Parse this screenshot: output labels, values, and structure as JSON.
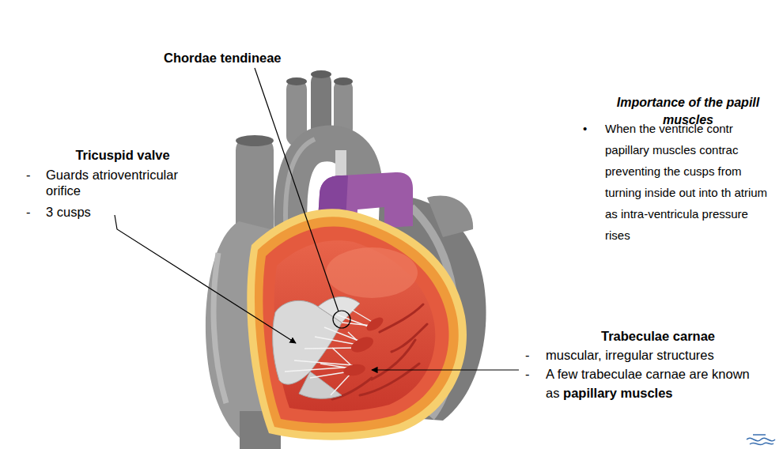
{
  "diagram": {
    "labels": [
      "Chordae tendineae",
      "Tricuspid valve",
      "-",
      "Guards atrioventricular orifice",
      "-",
      "3 cusps",
      "Importance of the papill muscles",
      "•",
      "When the ventricle contr papillary muscles contrac preventing the cusps from turning inside out into th atrium as intra-ventricula pressure rises",
      "Trabeculae carnae",
      "-",
      "muscular, irregular structures",
      "-",
      "A few trabeculae carnae are known as",
      "papillary muscles"
    ]
  }
}
